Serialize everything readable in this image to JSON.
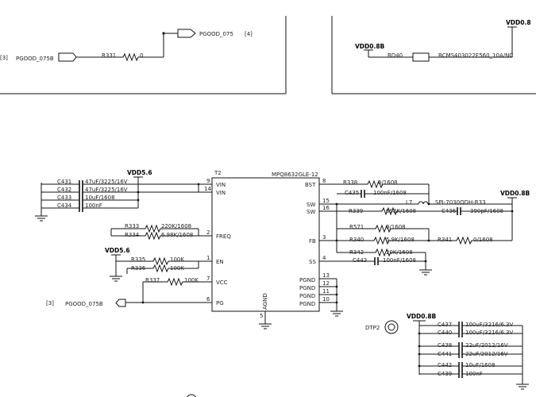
{
  "top": {
    "left_ref": "[3]",
    "pgood_in": "PGOOD_075B",
    "r331_ref": "R331",
    "r331_val": "0",
    "pgood_out": "PGOOD_075",
    "out_ref": "[4]",
    "vdd08b": "VDD0.8B",
    "bd40_ref": "BD40",
    "bd40_val": "BCMS403022E560_10A/NC",
    "vdd08": "VDD0.8"
  },
  "ic": {
    "ref": "T2",
    "part": "MPQ8632GLE-12",
    "pins_left": [
      {
        "num": "9",
        "name": "VIN"
      },
      {
        "num": "14",
        "name": "VIN"
      },
      {
        "num": "2",
        "name": "FREQ"
      },
      {
        "num": "1",
        "name": "EN"
      },
      {
        "num": "7",
        "name": "VCC"
      },
      {
        "num": "6",
        "name": "PG"
      }
    ],
    "pins_right": [
      {
        "num": "8",
        "name": "BST"
      },
      {
        "num": "15",
        "name": "SW"
      },
      {
        "num": "16",
        "name": "SW"
      },
      {
        "num": "3",
        "name": "FB"
      },
      {
        "num": "4",
        "name": "SS"
      },
      {
        "num": "13",
        "name": ""
      },
      {
        "num": "12",
        "name": "PGND"
      },
      {
        "num": "11",
        "name": "PGND"
      },
      {
        "num": "10",
        "name": "PGND"
      },
      {
        "num": "",
        "name": "PGND"
      }
    ],
    "agnd_name": "AGND",
    "agnd_num": "5"
  },
  "input": {
    "rail": "VDD5.6",
    "caps": [
      {
        "ref": "C431",
        "val": "47uF/3225/16V"
      },
      {
        "ref": "C432",
        "val": "47uF/3225/16V"
      },
      {
        "ref": "C433",
        "val": "10uF/1608"
      },
      {
        "ref": "C434",
        "val": "100nF"
      }
    ]
  },
  "freq": [
    {
      "ref": "R333",
      "val": "220K/1608"
    },
    {
      "ref": "R334",
      "val": "6.98K/1608"
    }
  ],
  "en": {
    "rail": "VDD5.6",
    "resistors": [
      {
        "ref": "R335",
        "val": "100K"
      },
      {
        "ref": "R336",
        "val": "100K"
      }
    ]
  },
  "vcc": {
    "ref": "R337",
    "val": "100K"
  },
  "pg": {
    "ref": "[3]",
    "net": "PGOOD_075B"
  },
  "right": {
    "r338": {
      "ref": "R338",
      "val": "0/1608"
    },
    "c435": {
      "ref": "C435",
      "val": "100nF/1608"
    },
    "l7": {
      "ref": "L7",
      "val": "SPI-7030QDH-R33"
    },
    "vout": "VDD0.8B",
    "r339": {
      "ref": "R339",
      "val": "698K/1608"
    },
    "c436": {
      "ref": "C436",
      "val": "390pF/1608"
    },
    "r571": {
      "ref": "R571",
      "val": "0/1608"
    },
    "r340": {
      "ref": "R340",
      "val": "5.9K/1608"
    },
    "r341": {
      "ref": "R341",
      "val": "0/1608"
    },
    "r342": {
      "ref": "R342",
      "val": "20K/1608"
    },
    "c443": {
      "ref": "C443",
      "val": "100nF/1608"
    }
  },
  "output": {
    "dtp_ref": "DTP2",
    "rail": "VDD0.8B",
    "caps": [
      {
        "ref": "C437",
        "val": "100uF/3216/6.3V"
      },
      {
        "ref": "C440",
        "val": "100uF/3216/6.3V"
      },
      {
        "ref": "C438",
        "val": "22uF/2012/16V"
      },
      {
        "ref": "C441",
        "val": "22uF/2012/16V"
      },
      {
        "ref": "C442",
        "val": "10uF/1608"
      },
      {
        "ref": "C439",
        "val": "100nF"
      }
    ]
  }
}
